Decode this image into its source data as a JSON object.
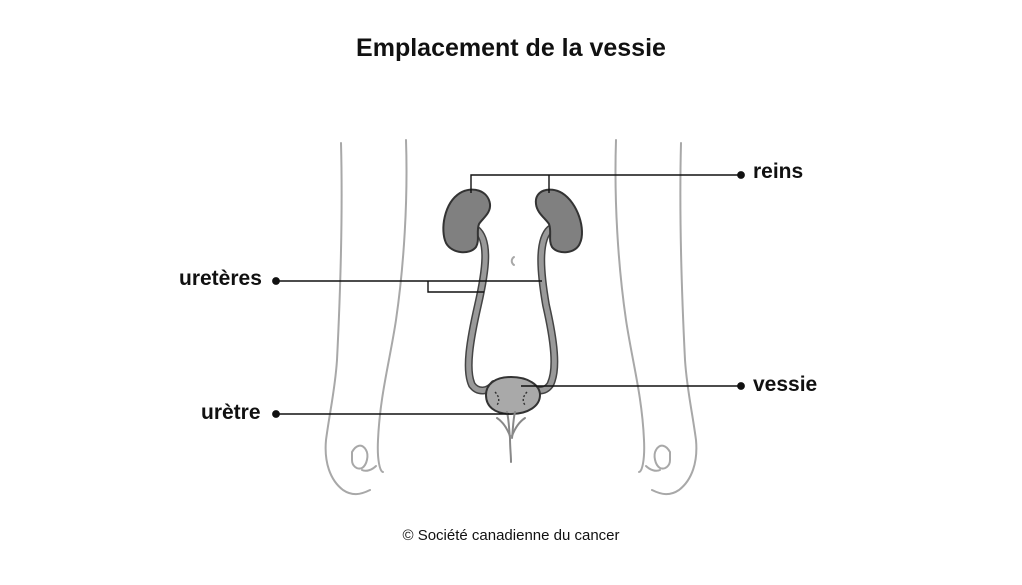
{
  "diagram": {
    "title": "Emplacement de la vessie",
    "labels": {
      "kidneys": "reins",
      "ureters": "uretères",
      "bladder": "vessie",
      "urethra": "urètre"
    },
    "credit": "© Société canadienne du cancer",
    "colors": {
      "organ_fill": "#808080",
      "bladder_fill": "#a9a9a9",
      "body_outline": "#a8a8a8",
      "leader_line": "#111111"
    }
  }
}
